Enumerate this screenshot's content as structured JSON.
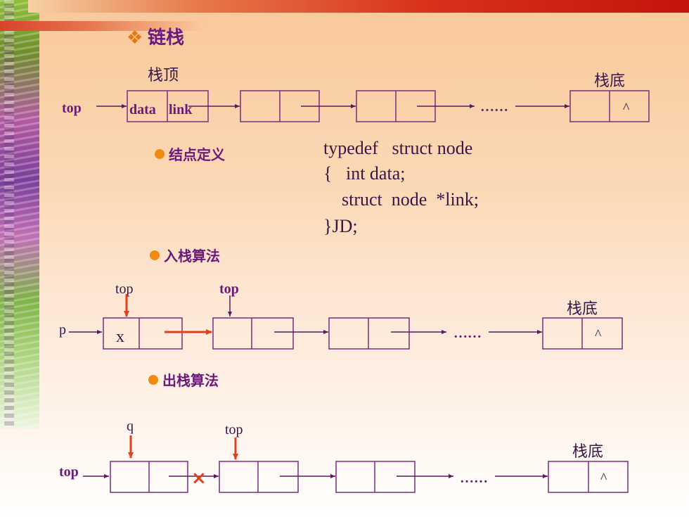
{
  "title": "链栈",
  "title_bullet": "❖",
  "colors": {
    "node_border": "#7a2c7a",
    "pointer_line": "#5b1a5b",
    "accent_red": "#e0401c",
    "bullet_orange": "#f08a10",
    "title_purple": "#6a1a7a",
    "text_dark": "#3a1548"
  },
  "diagram_top": {
    "stack_top_label": "栈顶",
    "stack_bottom_label": "栈底",
    "pointer_label": "top",
    "field_data": "data",
    "field_link": "link",
    "ellipsis": "……",
    "null_mark": "^"
  },
  "node_definition": {
    "bullet_label": "结点定义",
    "code_lines": [
      "typedef   struct node",
      "{   int data;",
      "    struct  node  *link;",
      "}JD;"
    ]
  },
  "push": {
    "bullet_label": "入栈算法",
    "label_top_old": "top",
    "label_top_new": "top",
    "label_p": "p",
    "new_node_value": "x",
    "ellipsis": "……",
    "stack_bottom_label": "栈底",
    "null_mark": "^"
  },
  "pop": {
    "bullet_label": "出栈算法",
    "label_q": "q",
    "label_top_new": "top",
    "label_top": "top",
    "cut_mark": "×",
    "ellipsis": "……",
    "stack_bottom_label": "栈底",
    "null_mark": "^"
  }
}
